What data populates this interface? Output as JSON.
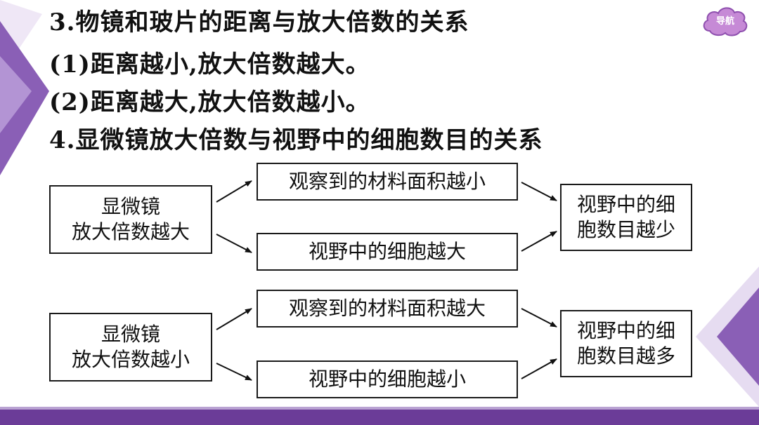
{
  "heading_3": "3.物镜和玻片的距离与放大倍数的关系",
  "item_1": "(1)距离越小,放大倍数越大。",
  "item_2": "(2)距离越大,放大倍数越小。",
  "heading_4": "4.显微镜放大倍数与视野中的细胞数目的关系",
  "nav_label": "导航",
  "colors": {
    "accent": "#6b3c98",
    "accent_light": "#b9a2d2",
    "nav_cloud": "#c68ad6"
  },
  "diagram_1": {
    "source_line1": "显微镜",
    "source_line2": "放大倍数越大",
    "upper_box": "观察到的材料面积越小",
    "lower_box": "视野中的细胞越大",
    "result_line1": "视野中的细",
    "result_line2": "胞数目越少"
  },
  "diagram_2": {
    "source_line1": "显微镜",
    "source_line2": "放大倍数越小",
    "upper_box": "观察到的材料面积越大",
    "lower_box": "视野中的细胞越小",
    "result_line1": "视野中的细",
    "result_line2": "胞数目越多"
  }
}
